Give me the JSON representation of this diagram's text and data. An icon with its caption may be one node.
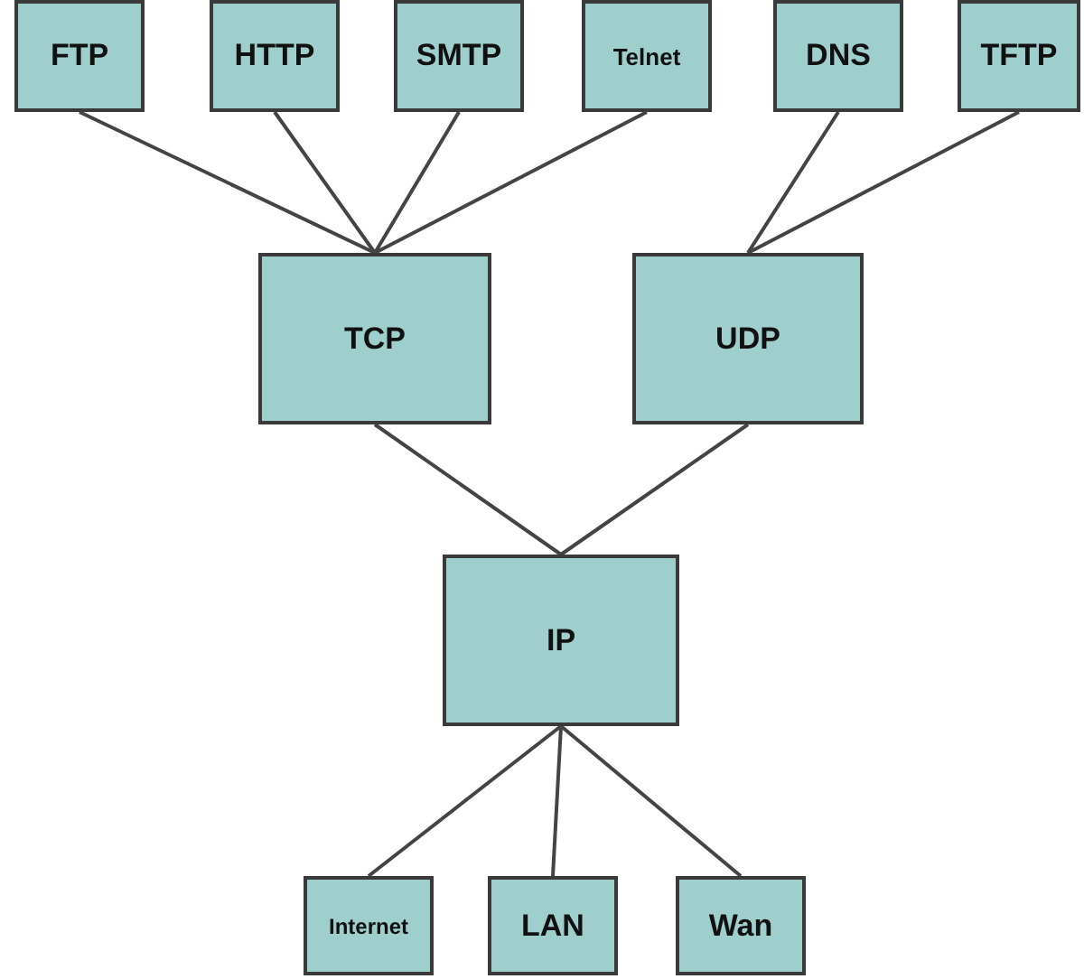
{
  "diagram": {
    "nodes": [
      {
        "text": [
          "FTP"
        ]
      },
      {
        "text": [
          "HTTP"
        ]
      },
      {
        "text": [
          "SMTP"
        ]
      },
      {
        "text": [
          "Telnet"
        ]
      },
      {
        "text": [
          "DNS"
        ]
      },
      {
        "text": [
          "TFTP"
        ]
      },
      {
        "text": [
          "TCP"
        ]
      },
      {
        "text": [
          "UDP"
        ]
      },
      {
        "text": [
          "IP"
        ]
      },
      {
        "text": [
          "Internet"
        ]
      },
      {
        "text": [
          "LAN"
        ]
      },
      {
        "text": [
          "Wan"
        ]
      }
    ],
    "edges": [
      {
        "from": 0,
        "to": 6,
        "arrow": "none"
      },
      {
        "from": 1,
        "to": 6,
        "arrow": "none"
      },
      {
        "from": 2,
        "to": 6,
        "arrow": "none"
      },
      {
        "from": 3,
        "to": 6,
        "arrow": "none"
      },
      {
        "from": 4,
        "to": 7,
        "arrow": "none"
      },
      {
        "from": 5,
        "to": 7,
        "arrow": "none"
      },
      {
        "from": 6,
        "to": 8,
        "arrow": "none"
      },
      {
        "from": 7,
        "to": 8,
        "arrow": "none"
      },
      {
        "from": 8,
        "to": 9,
        "arrow": "none"
      },
      {
        "from": 8,
        "to": 10,
        "arrow": "none"
      },
      {
        "from": 8,
        "to": 11,
        "arrow": "none"
      }
    ]
  }
}
